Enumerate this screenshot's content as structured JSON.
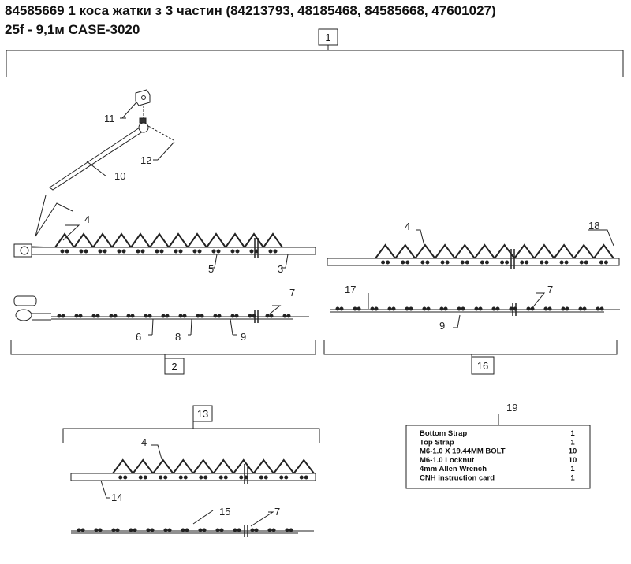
{
  "header": {
    "title_line1": "84585669 1 коса жатки з 3 частин (84213793, 48185468, 84585668, 47601027)",
    "title_line2": "25f - 9,1м CASE-3020"
  },
  "assemblies": {
    "main": "1",
    "left_knife": "2",
    "right_knife": "16",
    "center_knife": "13"
  },
  "callouts": {
    "c11": "11",
    "c12": "12",
    "c10": "10",
    "c4a": "4",
    "c5": "5",
    "c3": "3",
    "c6": "6",
    "c8": "8",
    "c9a": "9",
    "c7a": "7",
    "c4b": "4",
    "c18": "18",
    "c17": "17",
    "c7b": "7",
    "c9b": "9",
    "c4c": "4",
    "c14": "14",
    "c15": "15",
    "c7c": "7",
    "c19": "19"
  },
  "kit_table": {
    "rows": [
      {
        "item": "Bottom Strap",
        "qty": "1"
      },
      {
        "item": "Top Strap",
        "qty": "1"
      },
      {
        "item": "M6-1.0 X 19.44MM BOLT",
        "qty": "10"
      },
      {
        "item": "M6-1.0 Locknut",
        "qty": "10"
      },
      {
        "item": "4mm Allen Wrench",
        "qty": "1"
      },
      {
        "item": "CNH instruction card",
        "qty": "1"
      }
    ]
  }
}
